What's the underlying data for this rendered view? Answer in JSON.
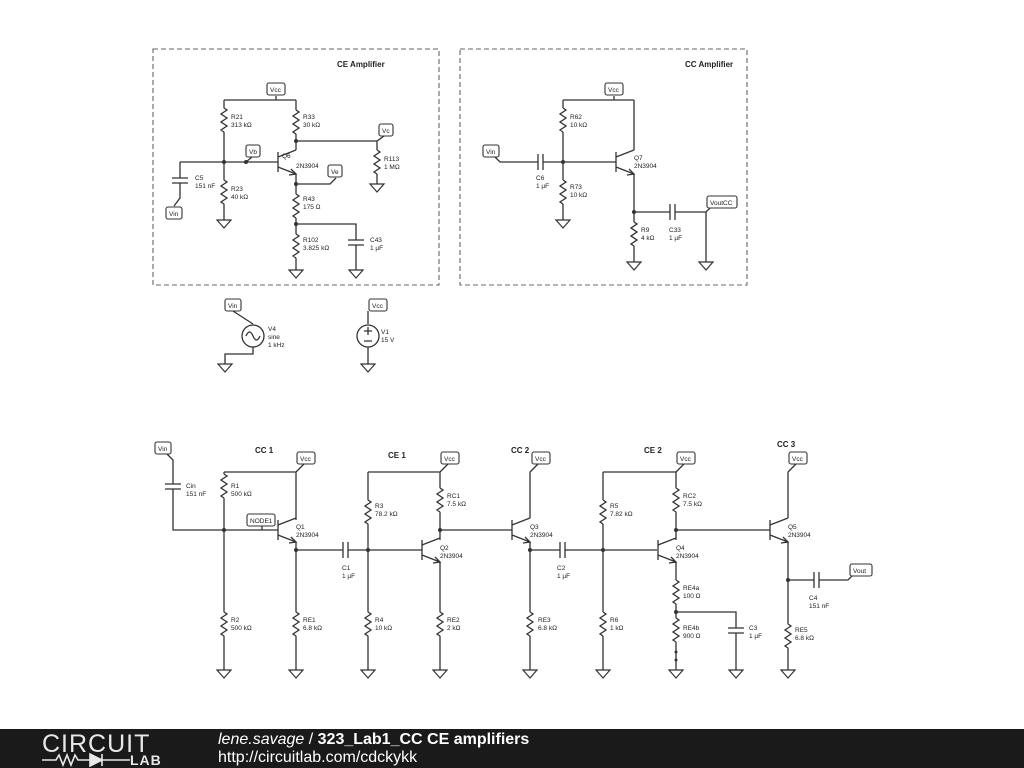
{
  "blocks": {
    "ce_title": "CE Amplifier",
    "cc_title": "CC Amplifier"
  },
  "stages": {
    "cc1": "CC 1",
    "ce1": "CE 1",
    "cc2": "CC 2",
    "ce2": "CE 2",
    "cc3": "CC 3"
  },
  "nets": {
    "vcc": "Vcc",
    "vin": "Vin",
    "vb": "Vb",
    "vc": "Vc",
    "ve": "Ve",
    "voutcc": "VoutCC",
    "node1": "NODE1",
    "vout": "Vout"
  },
  "components": {
    "R21": {
      "name": "R21",
      "value": "313 kΩ"
    },
    "R33": {
      "name": "R33",
      "value": "30 kΩ"
    },
    "C5": {
      "name": "C5",
      "value": "151 nF"
    },
    "R23": {
      "name": "R23",
      "value": "40 kΩ"
    },
    "Q6": {
      "name": "Q6",
      "value": "2N3904"
    },
    "R113": {
      "name": "R113",
      "value": "1 MΩ"
    },
    "R43": {
      "name": "R43",
      "value": "175 Ω"
    },
    "R102": {
      "name": "R102",
      "value": "3.825 kΩ"
    },
    "C43": {
      "name": "C43",
      "value": "1 µF"
    },
    "R62": {
      "name": "R62",
      "value": "10 kΩ"
    },
    "C6": {
      "name": "C6",
      "value": "1 µF"
    },
    "R73": {
      "name": "R73",
      "value": "10 kΩ"
    },
    "Q7": {
      "name": "Q7",
      "value": "2N3904"
    },
    "R9": {
      "name": "R9",
      "value": "4 kΩ"
    },
    "C33": {
      "name": "C33",
      "value": "1 µF"
    },
    "V4": {
      "name": "V4",
      "value": "sine",
      "value2": "1 kHz"
    },
    "V1": {
      "name": "V1",
      "value": "15 V"
    },
    "Cin": {
      "name": "Cin",
      "value": "151 nF"
    },
    "R1": {
      "name": "R1",
      "value": "500 kΩ"
    },
    "R2": {
      "name": "R2",
      "value": "500 kΩ"
    },
    "Q1": {
      "name": "Q1",
      "value": "2N3904"
    },
    "RE1": {
      "name": "RE1",
      "value": "6.8 kΩ"
    },
    "C1": {
      "name": "C1",
      "value": "1 µF"
    },
    "R3": {
      "name": "R3",
      "value": "78.2 kΩ"
    },
    "R4": {
      "name": "R4",
      "value": "10 kΩ"
    },
    "RC1": {
      "name": "RC1",
      "value": "7.5 kΩ"
    },
    "Q2": {
      "name": "Q2",
      "value": "2N3904"
    },
    "RE2": {
      "name": "RE2",
      "value": "2 kΩ"
    },
    "Q3": {
      "name": "Q3",
      "value": "2N3904"
    },
    "RE3": {
      "name": "RE3",
      "value": "6.8 kΩ"
    },
    "C2": {
      "name": "C2",
      "value": "1 µF"
    },
    "R5": {
      "name": "R5",
      "value": "7.82 kΩ"
    },
    "R6": {
      "name": "R6",
      "value": "1 kΩ"
    },
    "RC2": {
      "name": "RC2",
      "value": "7.5 kΩ"
    },
    "Q4": {
      "name": "Q4",
      "value": "2N3904"
    },
    "RE4a": {
      "name": "RE4a",
      "value": "100 Ω"
    },
    "RE4b": {
      "name": "RE4b",
      "value": "900 Ω"
    },
    "C3": {
      "name": "C3",
      "value": "1 µF"
    },
    "Q5": {
      "name": "Q5",
      "value": "2N3904"
    },
    "C4": {
      "name": "C4",
      "value": "151 nF"
    },
    "RE5": {
      "name": "RE5",
      "value": "6.8 kΩ"
    }
  },
  "footer": {
    "logo_top": "CIRCUIT",
    "logo_bottom": "LAB",
    "user": "lene.savage",
    "separator": " / ",
    "project": "323_Lab1_CC CE amplifiers",
    "url": "http://circuitlab.com/cdckykk"
  },
  "colors": {
    "footer_bg": "#1a1a1a",
    "ink": "#333333",
    "box": "#666666"
  }
}
